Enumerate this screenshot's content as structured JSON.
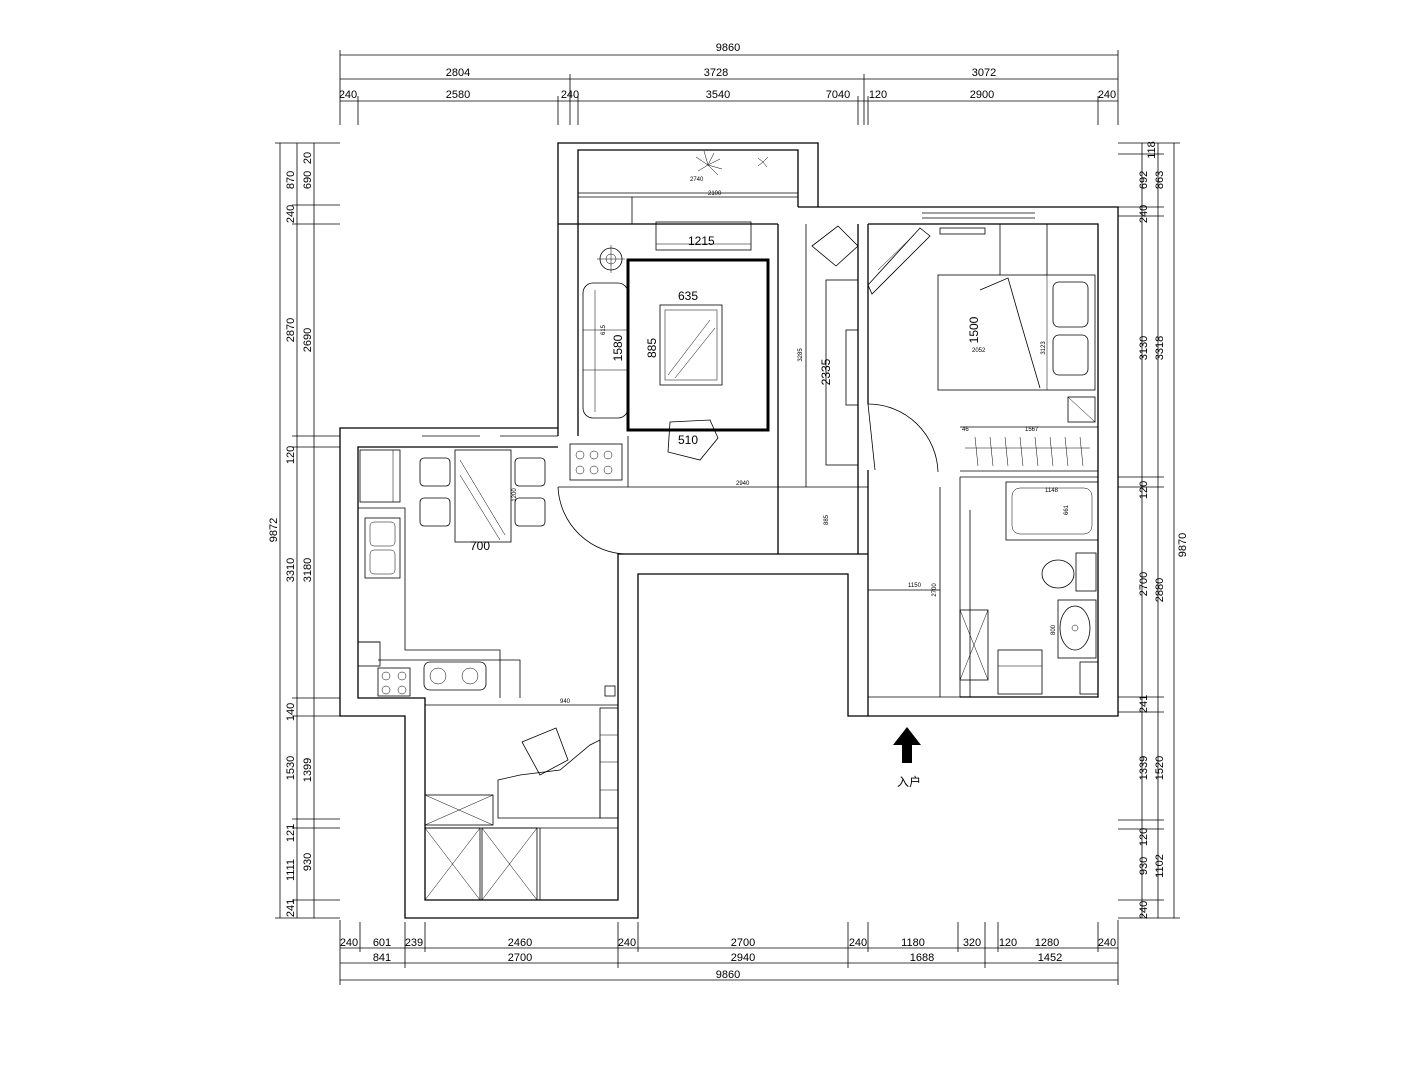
{
  "dimensions": {
    "top_overall": "9860",
    "top_row2": [
      "2804",
      "3728",
      "3072"
    ],
    "top_row3": [
      "240",
      "2580",
      "240",
      "3540",
      "7040",
      "120",
      "2900",
      "240"
    ],
    "left_outer": "9872",
    "left_row2": [
      "870",
      "240",
      "2870",
      "120",
      "3310",
      "140",
      "1530",
      "121",
      "1111",
      "241"
    ],
    "left_row3": [
      "20",
      "690",
      "2690",
      "3180",
      "1399",
      "930"
    ],
    "right_outer": "9870",
    "right_row2": [
      "118",
      "692",
      "240",
      "3130",
      "120",
      "2700",
      "241",
      "1339",
      "120",
      "930",
      "240"
    ],
    "right_row3": [
      "863",
      "3318",
      "2880",
      "1520",
      "1102"
    ],
    "bottom_row1": [
      "240",
      "601",
      "239",
      "2460",
      "240",
      "2700",
      "240",
      "1180",
      "320",
      "120",
      "1280",
      "240"
    ],
    "bottom_row2": [
      "841",
      "2700",
      "2940",
      "1688",
      "1452"
    ],
    "bottom_overall": "9860"
  },
  "interior_labels": {
    "balcony_width": "2100",
    "balcony_plant": "2740",
    "sofa_length": "1215",
    "sofa_depth": "1580",
    "sofa_seat": "615",
    "coffee_table_w": "635",
    "coffee_table_d": "885",
    "armchair": "510",
    "living_width": "2940",
    "tv_wall": "2335",
    "tv_cabinet": "3285",
    "corridor": "885",
    "bed_width": "1500",
    "bed_length": "2052",
    "bed_side": "3123",
    "wardrobe": "1567",
    "wardrobe_left": "46",
    "bathtub": "1148",
    "bath_depth": "661",
    "basin": "800",
    "hall_width": "1150",
    "hall_length": "2700",
    "dining_table": "700",
    "dining_depth": "1200",
    "study_desk": "940"
  },
  "entrance_label": "入户"
}
